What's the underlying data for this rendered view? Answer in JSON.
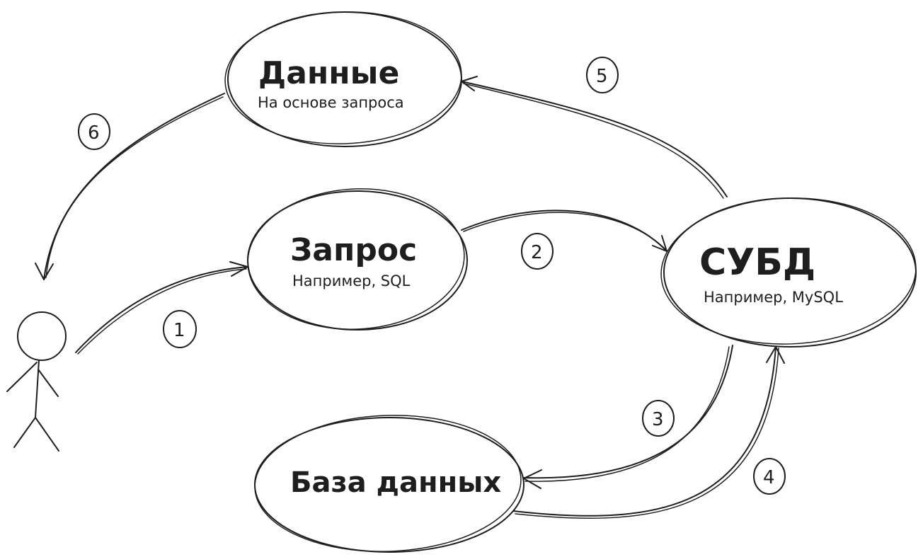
{
  "nodes": {
    "data": {
      "title": "Данные",
      "subtitle": "На основе запроса"
    },
    "query": {
      "title": "Запрос",
      "subtitle": "Например, SQL"
    },
    "dbms": {
      "title": "СУБД",
      "subtitle": "Например, MySQL"
    },
    "database": {
      "title": "База данных"
    }
  },
  "steps": [
    "1",
    "2",
    "3",
    "4",
    "5",
    "6"
  ],
  "colors": {
    "ink": "#1e1e1e",
    "background": "#ffffff"
  }
}
